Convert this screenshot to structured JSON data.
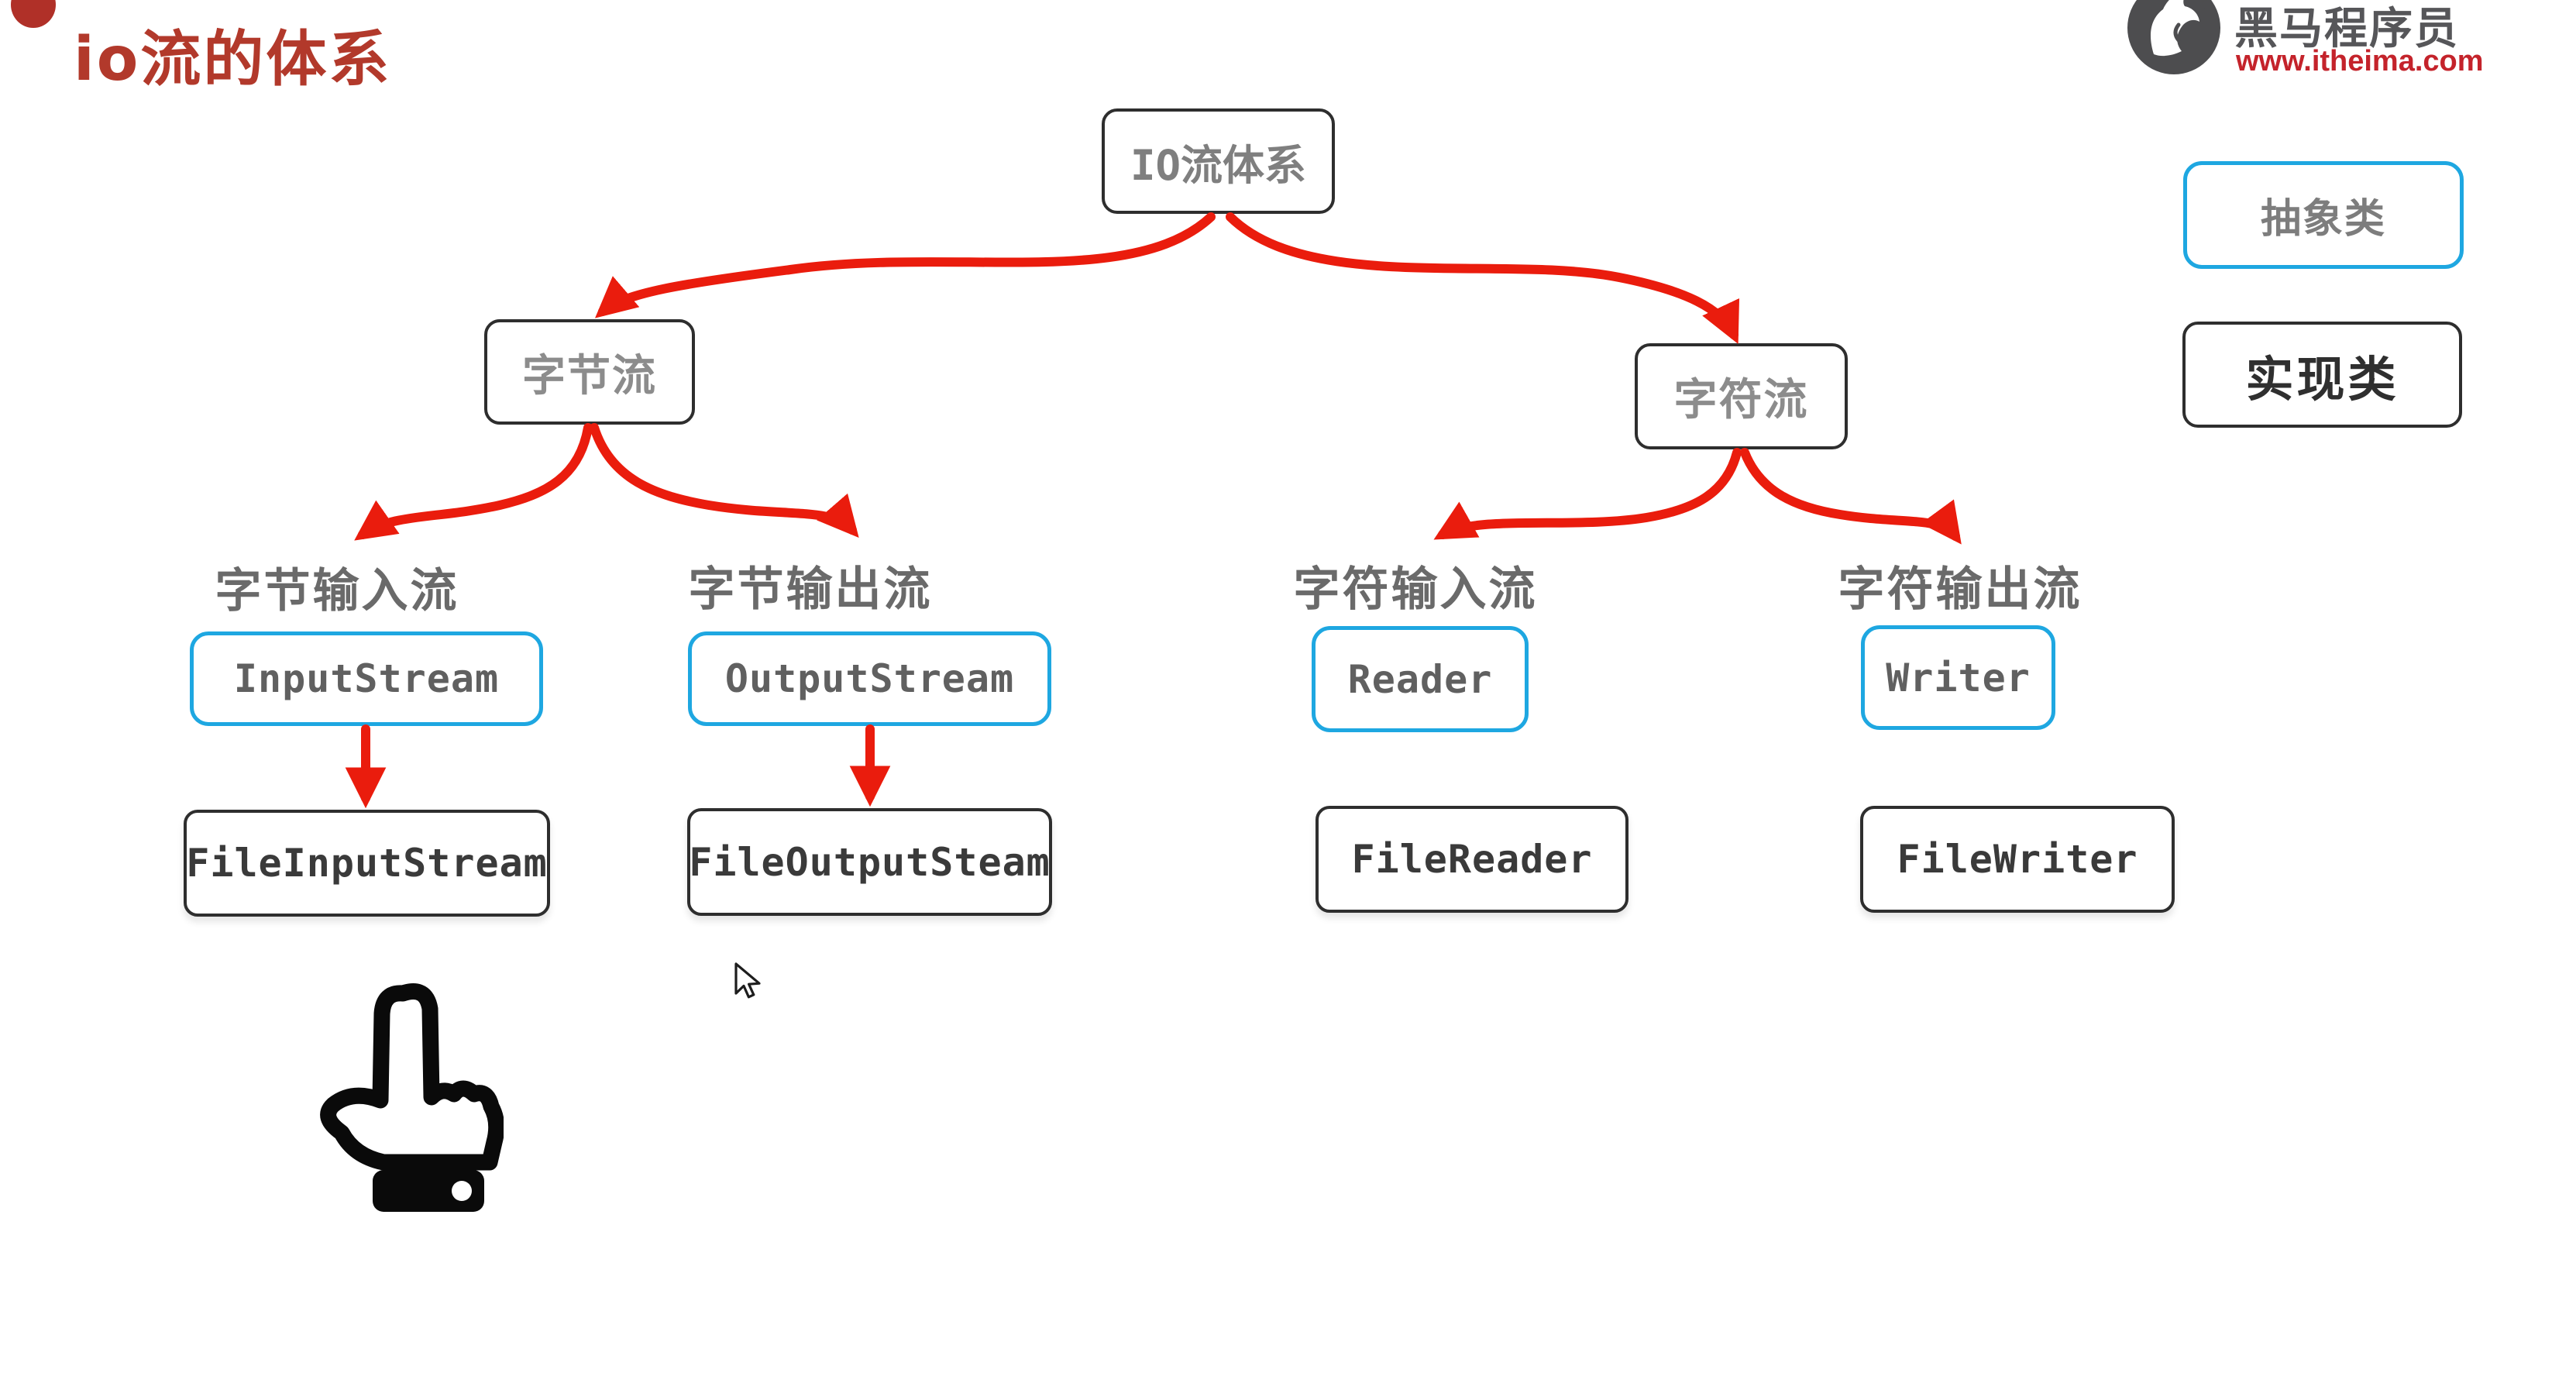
{
  "title": "io流的体系",
  "logo": {
    "brand": "黑马程序员",
    "url": "www.itheima.com"
  },
  "diagram": {
    "root": "IO流体系",
    "byte_stream": "字节流",
    "char_stream": "字符流",
    "branches": [
      {
        "label": "字节输入流",
        "abstract": "InputStream",
        "impl": "FileInputStream"
      },
      {
        "label": "字节输出流",
        "abstract": "OutputStream",
        "impl": "FileOutputSteam"
      },
      {
        "label": "字符输入流",
        "abstract": "Reader",
        "impl": "FileReader"
      },
      {
        "label": "字符输出流",
        "abstract": "Writer",
        "impl": "FileWriter"
      }
    ]
  },
  "legend": {
    "abstract": "抽象类",
    "implementation": "实现类"
  },
  "colors": {
    "arrow_red": "#ea1c0d",
    "title_red": "#b2392b",
    "abstract_border_blue": "#1ea7e1",
    "implementation_border": "#2e2e2e",
    "logo_url_red": "#c4232b",
    "corner_dot_red": "#b03028"
  },
  "icons": {
    "corner_dot": "red-dot",
    "logo_horse": "horse-logo-icon",
    "hand_pointer": "hand-pointer-icon",
    "mouse_cursor": "mouse-cursor-icon"
  }
}
